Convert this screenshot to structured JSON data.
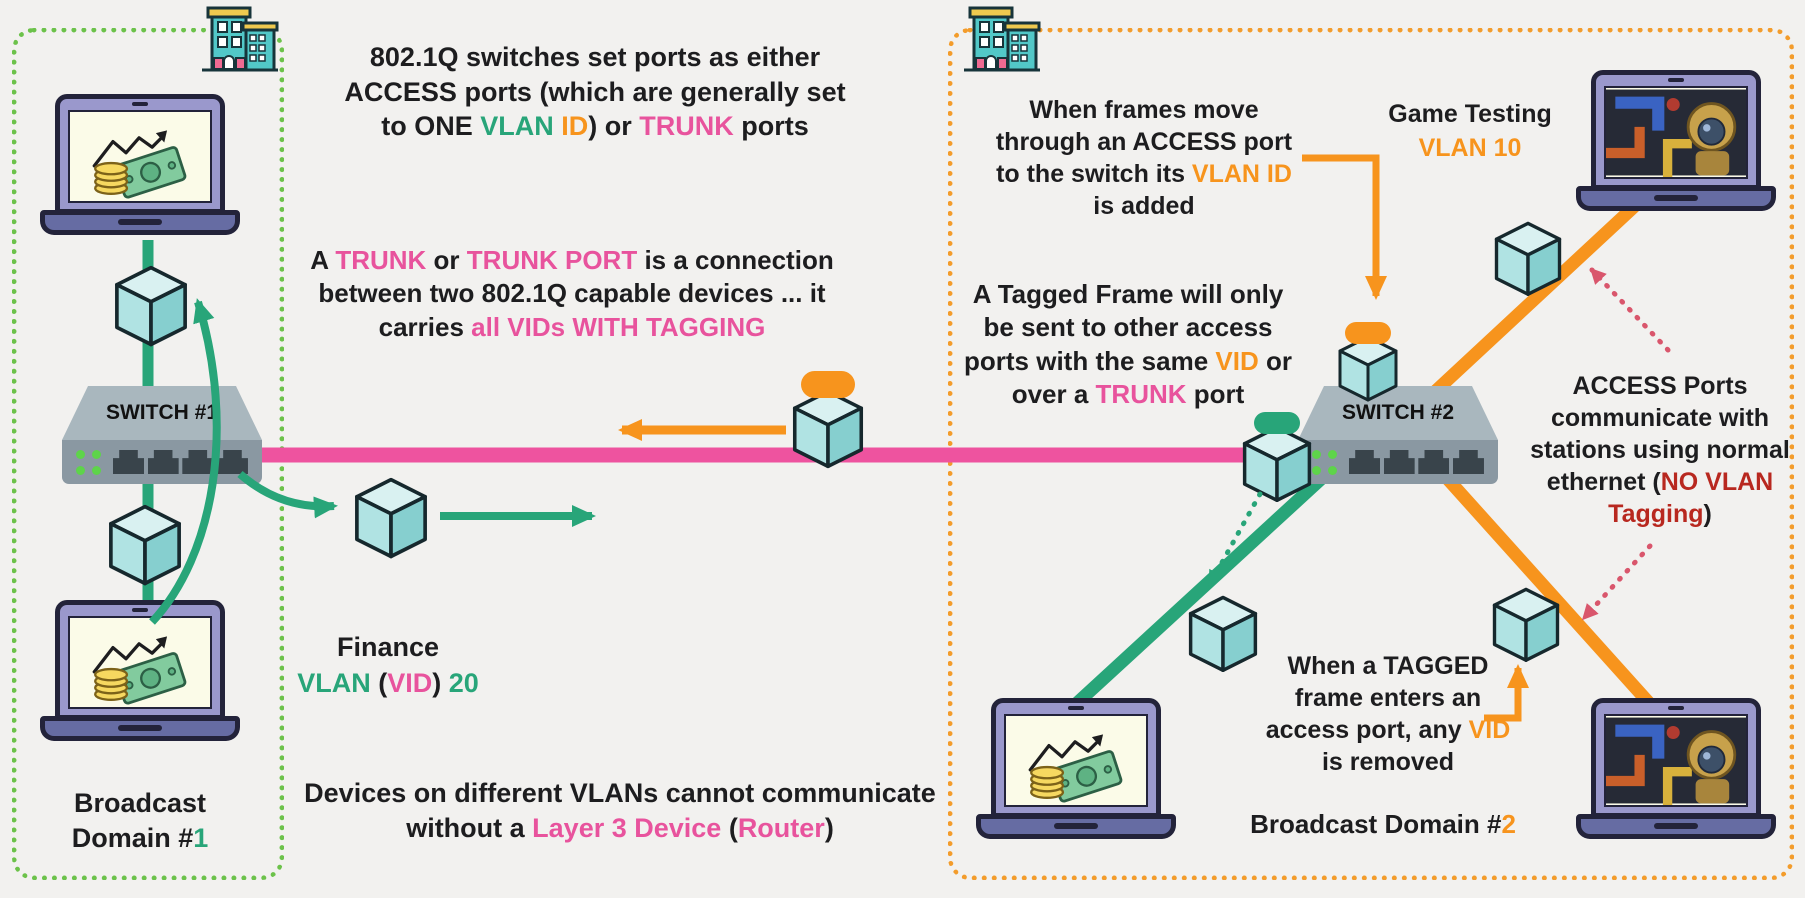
{
  "palette": {
    "black": "#1d1d1f",
    "green": "#28a579",
    "pink": "#e8539d",
    "orange": "#f7941d",
    "red": "#b8281f"
  },
  "colors": {
    "background": "#f2f1ef",
    "domain1_border": "#6cc24a",
    "domain2_border": "#f39c2b",
    "trunk_link": "#ee539f",
    "vlan20_link": "#28a579",
    "vlan10_link": "#f7941d",
    "dotted_arrow": "#d9566c",
    "cube_fill": "#b0e3e3",
    "switch_body": "#8a98a2",
    "laptop_body": "#9a98cc"
  },
  "domain1": {
    "label": [
      {
        "t": "Broadcast Domain #",
        "c": "black"
      },
      {
        "t": "1",
        "c": "green"
      }
    ],
    "switch_label": "SWITCH #1",
    "vlan_name": [
      {
        "t": "Finance",
        "c": "black"
      }
    ],
    "vlan_id": [
      {
        "t": "VLAN",
        "c": "green"
      },
      {
        "t": " (",
        "c": "black"
      },
      {
        "t": "VID",
        "c": "pink"
      },
      {
        "t": ") ",
        "c": "black"
      },
      {
        "t": "20",
        "c": "green"
      }
    ]
  },
  "domain2": {
    "label": [
      {
        "t": "Broadcast Domain #",
        "c": "black"
      },
      {
        "t": "2",
        "c": "orange"
      }
    ],
    "switch_label": "SWITCH #2",
    "vlan_name": [
      {
        "t": "Game Testing",
        "c": "black"
      }
    ],
    "vlan_id": [
      {
        "t": "VLAN 10",
        "c": "orange"
      }
    ]
  },
  "notes": {
    "ports_8021q": [
      {
        "t": "802.1Q switches set ports as either ACCESS ports (which are generally set to ONE ",
        "c": "black"
      },
      {
        "t": "VLAN",
        "c": "green"
      },
      {
        "t": " ",
        "c": "black"
      },
      {
        "t": "ID",
        "c": "orange"
      },
      {
        "t": ") or ",
        "c": "black"
      },
      {
        "t": "TRUNK",
        "c": "pink"
      },
      {
        "t": " ports",
        "c": "black"
      }
    ],
    "trunk_def": [
      {
        "t": "A ",
        "c": "black"
      },
      {
        "t": "TRUNK",
        "c": "pink"
      },
      {
        "t": " or ",
        "c": "black"
      },
      {
        "t": "TRUNK PORT",
        "c": "pink"
      },
      {
        "t": " is a connection between two 802.1Q capable devices ... it carries ",
        "c": "black"
      },
      {
        "t": "all VIDs WITH TAGGING",
        "c": "pink"
      }
    ],
    "layer3": [
      {
        "t": "Devices on different VLANs cannot communicate without a ",
        "c": "black"
      },
      {
        "t": "Layer 3 Device",
        "c": "pink"
      },
      {
        "t": " (",
        "c": "black"
      },
      {
        "t": "Router",
        "c": "pink"
      },
      {
        "t": ")",
        "c": "black"
      }
    ],
    "access_add": [
      {
        "t": "When frames move through an ACCESS port to the switch its ",
        "c": "black"
      },
      {
        "t": "VLAN ID",
        "c": "orange"
      },
      {
        "t": " is added",
        "c": "black"
      }
    ],
    "tagged_frame": [
      {
        "t": "A Tagged Frame will only be sent to other access ports with the same ",
        "c": "black"
      },
      {
        "t": "VID",
        "c": "orange"
      },
      {
        "t": " or over a ",
        "c": "black"
      },
      {
        "t": "TRUNK",
        "c": "pink"
      },
      {
        "t": " port",
        "c": "black"
      }
    ],
    "access_ports": [
      {
        "t": "ACCESS Ports communicate with stations using normal ethernet (",
        "c": "black"
      },
      {
        "t": "NO VLAN Tagging",
        "c": "red"
      },
      {
        "t": ")",
        "c": "black"
      }
    ],
    "untag": [
      {
        "t": "When a TAGGED frame enters an access port, any ",
        "c": "black"
      },
      {
        "t": "VID",
        "c": "orange"
      },
      {
        "t": " is removed",
        "c": "black"
      }
    ]
  },
  "icons": {
    "building": "building-icon",
    "frame_cube": "frame-cube-icon",
    "finance_screen": "finance-art-icon",
    "game_screen": "game-art-icon",
    "switch_leds": "led-indicators-icon",
    "switch_ports": "ethernet-ports-icon",
    "vlan10_tag": "vlan10-tag-icon",
    "vlan20_tag": "vlan20-tag-icon"
  }
}
